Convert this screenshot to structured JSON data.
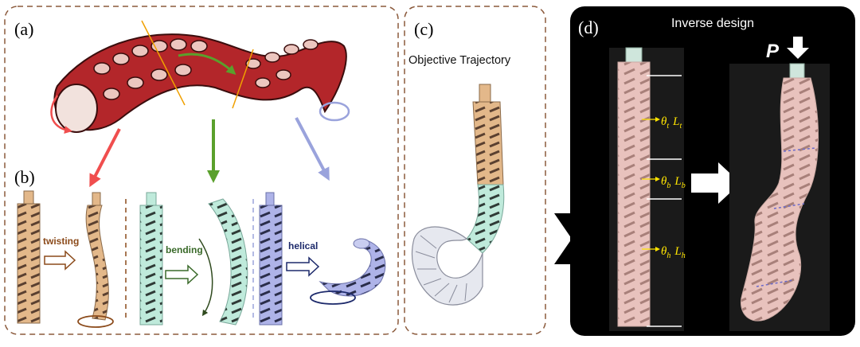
{
  "panels": {
    "a": {
      "label": "(a)"
    },
    "b": {
      "label": "(b)",
      "twisting": "twisting",
      "bending": "bending",
      "helical": "helical"
    },
    "c": {
      "label": "(c)",
      "title": "Objective Trajectory"
    },
    "d": {
      "label": "(d)",
      "title": "Inverse design",
      "load_symbol": "P",
      "segments": [
        {
          "theta": "θ",
          "theta_sub": "t",
          "length": "L",
          "length_sub": "t"
        },
        {
          "theta": "θ",
          "theta_sub": "b",
          "length": "L",
          "length_sub": "b"
        },
        {
          "theta": "θ",
          "theta_sub": "h",
          "length": "L",
          "length_sub": "h"
        }
      ]
    }
  },
  "colors": {
    "frame": "#8b5a3c",
    "tentacle": "#b3262a",
    "twist_arrow": "#f04e4e",
    "bend_arrow": "#5aa02c",
    "helix_arrow": "#9aa3dc",
    "beige": "#e3b88a",
    "mint": "#bfeadb",
    "lavender": "#aeb3e8",
    "dark_panel": "#000000",
    "label_yellow": "#ffe400"
  }
}
